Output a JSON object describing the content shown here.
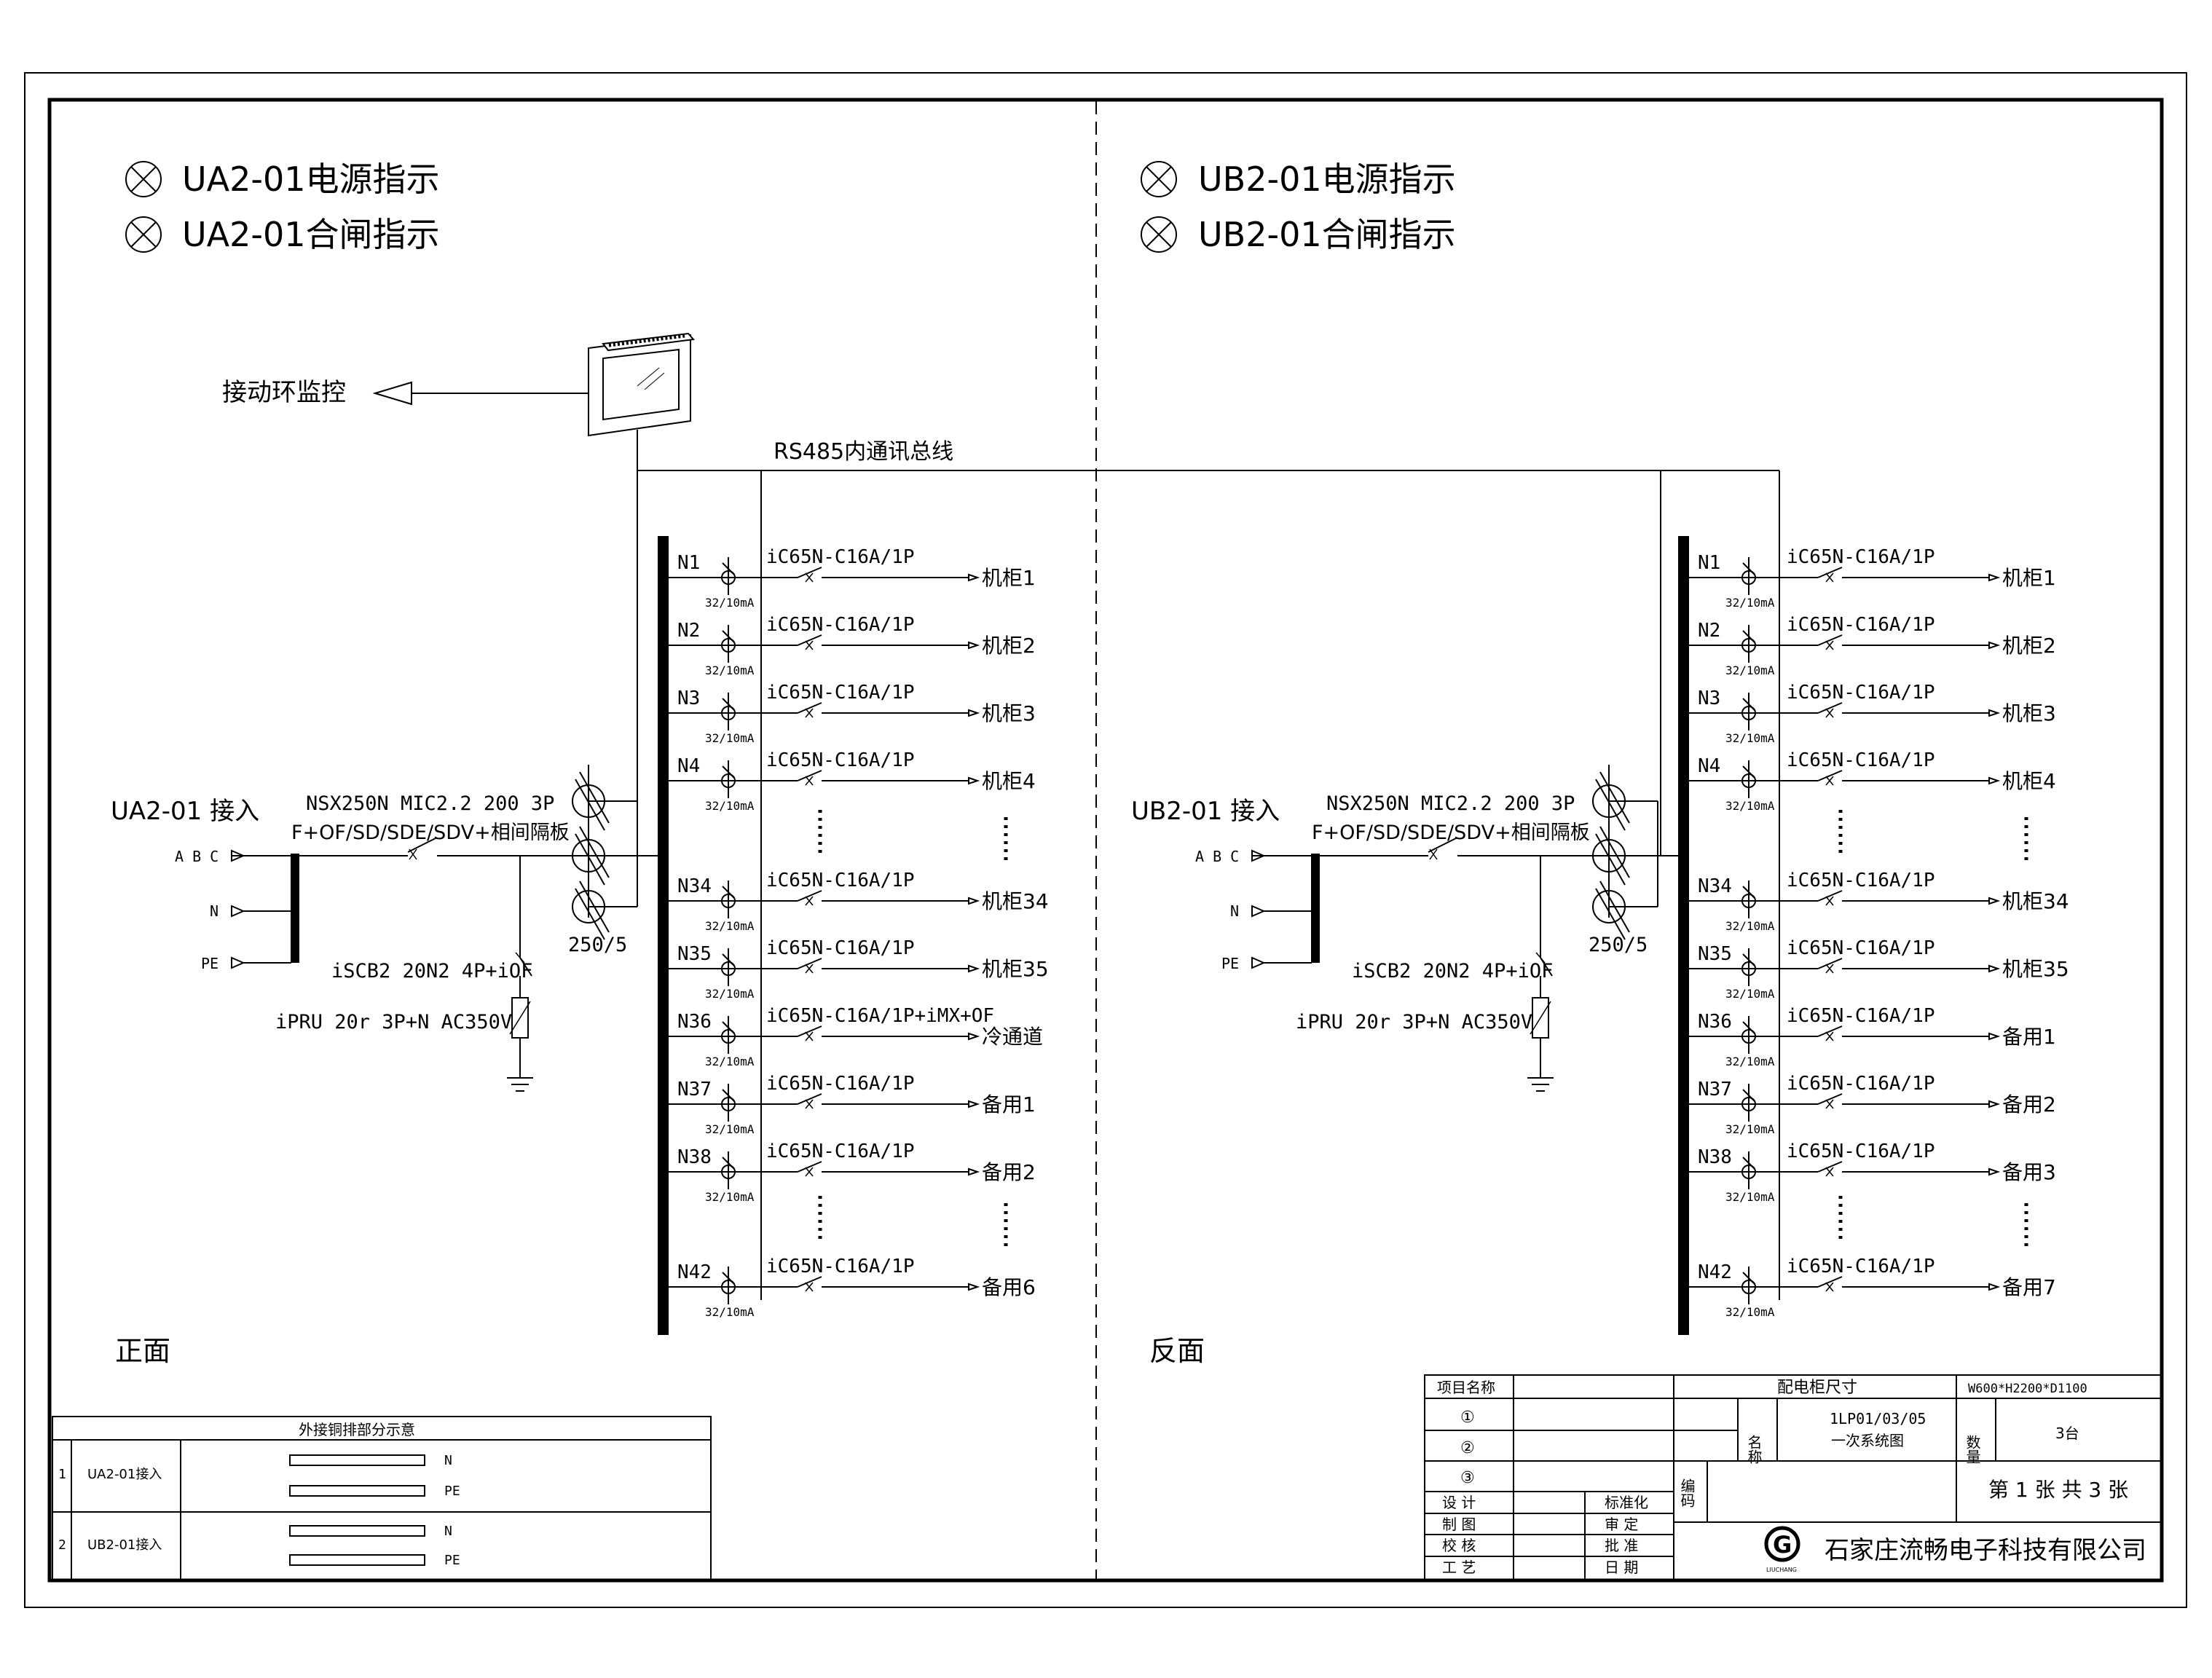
{
  "left": {
    "indicators": [
      "UA2-01电源指示",
      "UA2-01合闸指示"
    ],
    "monitor_label": "接动环监控",
    "bus_label": "RS485内通讯总线",
    "incoming_label": "UA2-01 接入",
    "phase_labels": [
      "A B C",
      "N",
      "PE"
    ],
    "main_breaker": "NSX250N MIC2.2 200 3P",
    "main_breaker_acc": "F+OF/SD/SDE/SDV+相间隔板",
    "ct_label": "250/5",
    "spd_breaker": "iSCB2 20N2 4P+iOF",
    "spd_label": "iPRU 20r 3P+N AC350V",
    "meter_rating": "32/10mA",
    "side_label": "正面",
    "group1": [
      {
        "id": "N1",
        "breaker": "iC65N-C16A/1P",
        "load": "机柜1"
      },
      {
        "id": "N2",
        "breaker": "iC65N-C16A/1P",
        "load": "机柜2"
      },
      {
        "id": "N3",
        "breaker": "iC65N-C16A/1P",
        "load": "机柜3"
      },
      {
        "id": "N4",
        "breaker": "iC65N-C16A/1P",
        "load": "机柜4"
      }
    ],
    "group2": [
      {
        "id": "N34",
        "breaker": "iC65N-C16A/1P",
        "load": "机柜34"
      },
      {
        "id": "N35",
        "breaker": "iC65N-C16A/1P",
        "load": "机柜35"
      },
      {
        "id": "N36",
        "breaker": "iC65N-C16A/1P+iMX+OF",
        "load": "冷通道"
      },
      {
        "id": "N37",
        "breaker": "iC65N-C16A/1P",
        "load": "备用1"
      },
      {
        "id": "N38",
        "breaker": "iC65N-C16A/1P",
        "load": "备用2"
      }
    ],
    "group3": [
      {
        "id": "N42",
        "breaker": "iC65N-C16A/1P",
        "load": "备用6"
      }
    ]
  },
  "right": {
    "indicators": [
      "UB2-01电源指示",
      "UB2-01合闸指示"
    ],
    "incoming_label": "UB2-01 接入",
    "phase_labels": [
      "A B C",
      "N",
      "PE"
    ],
    "main_breaker": "NSX250N MIC2.2 200 3P",
    "main_breaker_acc": "F+OF/SD/SDE/SDV+相间隔板",
    "ct_label": "250/5",
    "spd_breaker": "iSCB2 20N2 4P+iOF",
    "spd_label": "iPRU 20r 3P+N AC350V",
    "meter_rating": "32/10mA",
    "side_label": "反面",
    "group1": [
      {
        "id": "N1",
        "breaker": "iC65N-C16A/1P",
        "load": "机柜1"
      },
      {
        "id": "N2",
        "breaker": "iC65N-C16A/1P",
        "load": "机柜2"
      },
      {
        "id": "N3",
        "breaker": "iC65N-C16A/1P",
        "load": "机柜3"
      },
      {
        "id": "N4",
        "breaker": "iC65N-C16A/1P",
        "load": "机柜4"
      }
    ],
    "group2": [
      {
        "id": "N34",
        "breaker": "iC65N-C16A/1P",
        "load": "机柜34"
      },
      {
        "id": "N35",
        "breaker": "iC65N-C16A/1P",
        "load": "机柜35"
      },
      {
        "id": "N36",
        "breaker": "iC65N-C16A/1P",
        "load": "备用1"
      },
      {
        "id": "N37",
        "breaker": "iC65N-C16A/1P",
        "load": "备用2"
      },
      {
        "id": "N38",
        "breaker": "iC65N-C16A/1P",
        "load": "备用3"
      }
    ],
    "group3": [
      {
        "id": "N42",
        "breaker": "iC65N-C16A/1P",
        "load": "备用7"
      }
    ]
  },
  "copper_table": {
    "title": "外接铜排部分示意",
    "rows": [
      {
        "no": "1",
        "name": "UA2-01接入",
        "bars": [
          "N",
          "PE"
        ]
      },
      {
        "no": "2",
        "name": "UB2-01接入",
        "bars": [
          "N",
          "PE"
        ]
      }
    ]
  },
  "title_block": {
    "project_label": "项目名称",
    "items": [
      "①",
      "②",
      "③"
    ],
    "roles_left": [
      "设 计",
      "制 图",
      "校 核",
      "工 艺"
    ],
    "roles_right": [
      "标准化",
      "审 定",
      "批 准",
      "日 期"
    ],
    "size_label": "配电柜尺寸",
    "size_value": "W600*H2200*D1100",
    "name_label": "名称",
    "name_value_1": "1LP01/03/05",
    "name_value_2": "一次系统图",
    "qty_label": "数量",
    "qty_value": "3台",
    "code_label": "编码",
    "sheet": "第 1 张 共 3 张",
    "logo_letter": "G",
    "logo_text": "LIUCHANG",
    "company": "石家庄流畅电子科技有限公司"
  }
}
